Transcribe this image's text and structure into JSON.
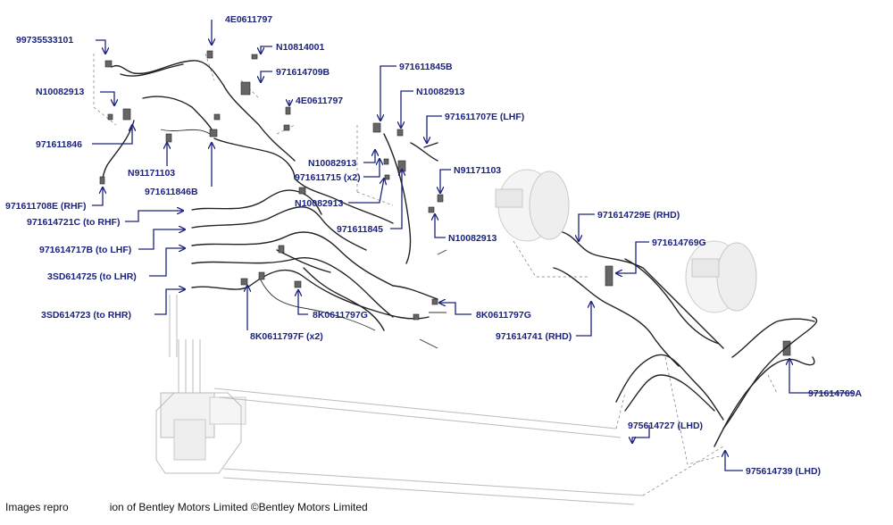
{
  "callouts": [
    "99735533101",
    "4E0611797",
    "N10814001",
    "971614709B",
    "N10082913",
    "4E0611797",
    "971611846",
    "N91171103",
    "971611846B",
    "971611708E (RHF)",
    "971614721C (to RHF)",
    "971614717B (to LHF)",
    "3SD614725 (to LHR)",
    "3SD614723 (to RHR)",
    "8K0611797F (x2)",
    "8K0611797G",
    "8K0611797G",
    "971611845B",
    "N10082913",
    "971611707E (LHF)",
    "N10082913",
    "971611715 (x2)",
    "N91171103",
    "N10082913",
    "971611845",
    "N10082913",
    "971614729E (RHD)",
    "971614769G",
    "971614741 (RHD)",
    "971614769A",
    "975614727 (LHD)",
    "975614739 (LHD)"
  ],
  "caption": {
    "left": "Images repro",
    "right": "ion of Bentley Motors Limited ©Bentley Motors Limited"
  }
}
